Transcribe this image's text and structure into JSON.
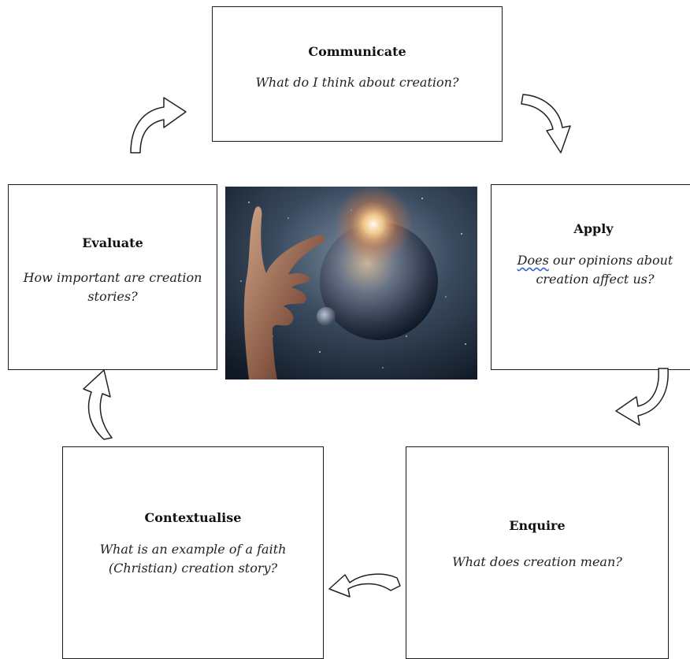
{
  "boxes": {
    "communicate": {
      "title": "Communicate",
      "question": "What do I think about creation?"
    },
    "apply": {
      "title": "Apply",
      "question_first_word": "Does",
      "question_rest": " our opinions about creation affect us?"
    },
    "evaluate": {
      "title": "Evaluate",
      "question": "How important are creation stories?"
    },
    "contextualise": {
      "title": "Contextualise",
      "question": "What is an example of a faith (Christian) creation story?"
    },
    "enquire": {
      "title": "Enquire",
      "question": "What does creation mean?"
    }
  },
  "image": {
    "description_icon": "hand-reaching-planet-icon"
  },
  "colors": {
    "spellcheck_underline": "#3a5fd1",
    "border": "#1a1a1a"
  }
}
